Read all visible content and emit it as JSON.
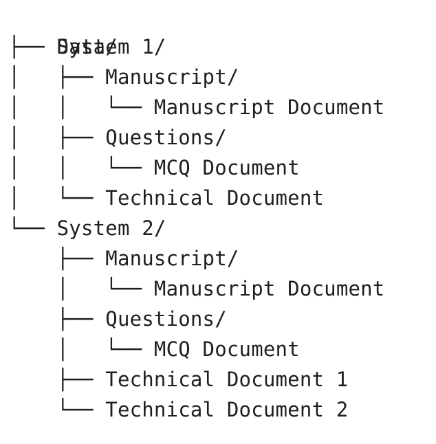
{
  "tree": {
    "root": "Data/",
    "lines": [
      {
        "prefix": "├── ",
        "label": "System 1/",
        "kind": "folder"
      },
      {
        "prefix": "│   ├── ",
        "label": "Manuscript/",
        "kind": "folder"
      },
      {
        "prefix": "│   │   └── ",
        "label": "Manuscript Document",
        "kind": "file"
      },
      {
        "prefix": "│   ├── ",
        "label": "Questions/",
        "kind": "folder"
      },
      {
        "prefix": "│   │   └── ",
        "label": "MCQ Document",
        "kind": "file"
      },
      {
        "prefix": "│   └── ",
        "label": "Technical Document",
        "kind": "file"
      },
      {
        "prefix": "└── ",
        "label": "System 2/",
        "kind": "folder"
      },
      {
        "prefix": "    ├── ",
        "label": "Manuscript/",
        "kind": "folder"
      },
      {
        "prefix": "    │   └── ",
        "label": "Manuscript Document",
        "kind": "file"
      },
      {
        "prefix": "    ├── ",
        "label": "Questions/",
        "kind": "folder"
      },
      {
        "prefix": "    │   └── ",
        "label": "MCQ Document",
        "kind": "file"
      },
      {
        "prefix": "    ├── ",
        "label": "Technical Document 1",
        "kind": "file"
      },
      {
        "prefix": "    └── ",
        "label": "Technical Document 2",
        "kind": "file"
      }
    ]
  }
}
